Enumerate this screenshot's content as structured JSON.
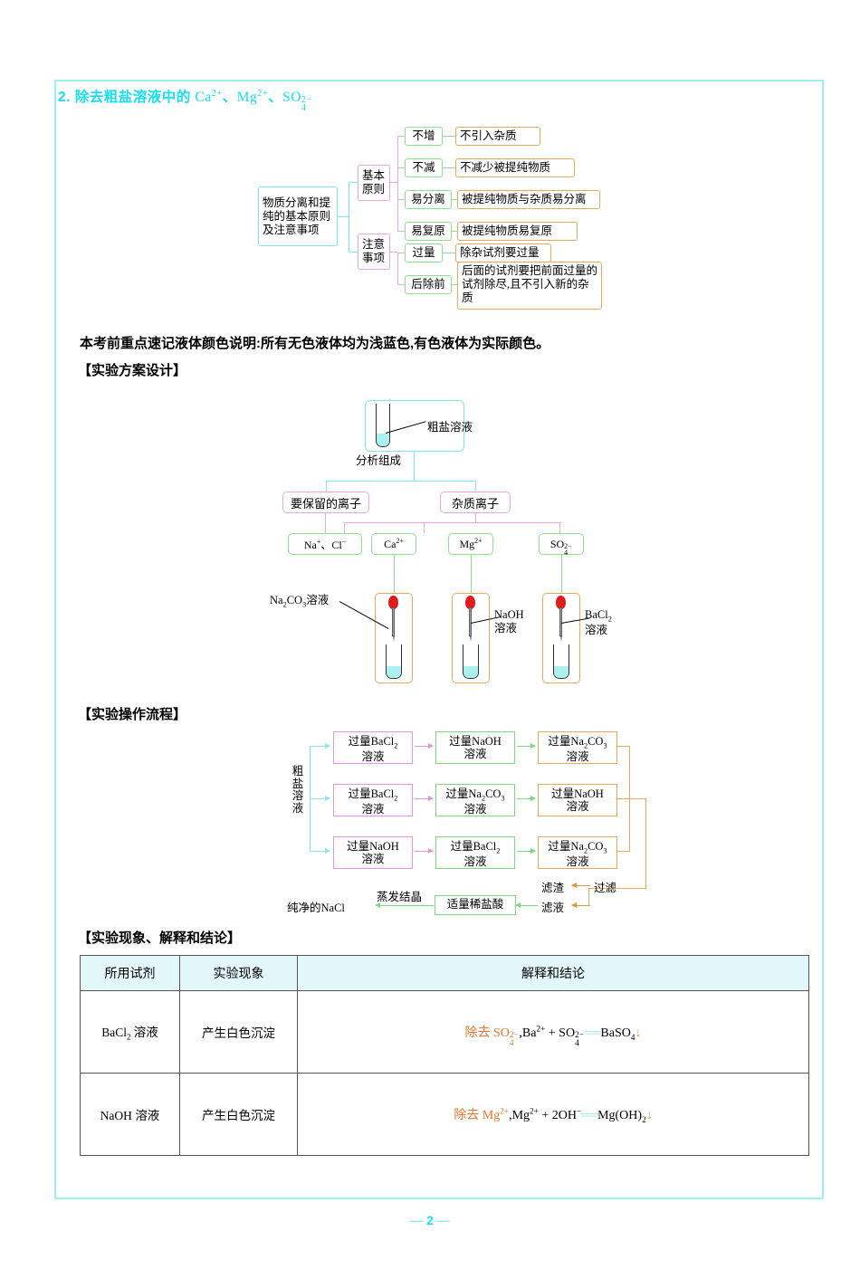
{
  "page": {
    "number": "2",
    "dash": "—",
    "frame_color": "#9ef0f5"
  },
  "heading": {
    "prefix": "2. 除去粗盐溶液中的 ",
    "ion1": "Ca",
    "ion1_sup": "2+",
    "sep1": "、",
    "ion2": "Mg",
    "ion2_sup": "2+",
    "sep2": "、",
    "ion3": "SO",
    "ion3_sup": "2−",
    "ion3_sub": "4",
    "color": "#18e0ee"
  },
  "mindmap": {
    "root": "物质分离和提纯的基本原则及注意事项",
    "branches": [
      {
        "label": "基本原则",
        "children": [
          {
            "key": "不增",
            "desc": "不引入杂质"
          },
          {
            "key": "不减",
            "desc": "不减少被提纯物质"
          },
          {
            "key": "易分离",
            "desc": "被提纯物质与杂质易分离"
          },
          {
            "key": "易复原",
            "desc": "被提纯物质易复原"
          }
        ]
      },
      {
        "label": "注意事项",
        "children": [
          {
            "key": "过量",
            "desc": "除杂试剂要过量"
          },
          {
            "key": "后除前",
            "desc": "后面的试剂要把前面过量的试剂除尽,且不引入新的杂质"
          }
        ]
      }
    ]
  },
  "note": "本考前重点速记液体颜色说明:所有无色液体均为浅蓝色,有色液体为实际颜色。",
  "headings": {
    "scheme": "【实验方案设计】",
    "flow": "【实验操作流程】",
    "results": "【实验现象、解释和结论】"
  },
  "scheme": {
    "top_tube_label": "粗盐溶液",
    "analyze_label": "分析组成",
    "keep_label": "要保留的离子",
    "impurity_label": "杂质离子",
    "ions": [
      {
        "text": "Na",
        "sup": "+",
        "sub": "",
        "tail": "、Cl",
        "tail_sup": "−"
      },
      {
        "text": "Ca",
        "sup": "2+",
        "sub": "",
        "tail": "",
        "tail_sup": ""
      },
      {
        "text": "Mg",
        "sup": "2+",
        "sub": "",
        "tail": "",
        "tail_sup": ""
      },
      {
        "text": "SO",
        "sup": "2−",
        "sub": "4",
        "tail": "",
        "tail_sup": ""
      }
    ],
    "reagents": [
      {
        "name": "Na",
        "sub": "2",
        "name2": "CO",
        "sub2": "3",
        "suffix": "溶液",
        "side": "left"
      },
      {
        "name": "NaOH",
        "sub": "",
        "name2": "",
        "sub2": "",
        "suffix": "溶液",
        "side": "right"
      },
      {
        "name": "BaCl",
        "sub": "2",
        "name2": "",
        "sub2": "",
        "suffix": "溶液",
        "side": "right"
      }
    ]
  },
  "flow": {
    "source_label": "粗盐溶液",
    "rows": [
      [
        {
          "l1_pre": "过量BaCl",
          "l1_sub": "2",
          "l1_post": "",
          "l2": "溶液",
          "color": "pk"
        },
        {
          "l1_pre": "过量NaOH",
          "l1_sub": "",
          "l1_post": "",
          "l2": "溶液",
          "color": "gr"
        },
        {
          "l1_pre": "过量Na",
          "l1_sub": "2",
          "l1_post": "CO",
          "l1_sub2": "3",
          "l2": "溶液",
          "color": "or"
        }
      ],
      [
        {
          "l1_pre": "过量BaCl",
          "l1_sub": "2",
          "l1_post": "",
          "l2": "溶液",
          "color": "pk"
        },
        {
          "l1_pre": "过量Na",
          "l1_sub": "2",
          "l1_post": "CO",
          "l1_sub2": "3",
          "l2": "溶液",
          "color": "gr"
        },
        {
          "l1_pre": "过量NaOH",
          "l1_sub": "",
          "l1_post": "",
          "l2": "溶液",
          "color": "or"
        }
      ],
      [
        {
          "l1_pre": "过量NaOH",
          "l1_sub": "",
          "l1_post": "",
          "l2": "溶液",
          "color": "pk"
        },
        {
          "l1_pre": "过量BaCl",
          "l1_sub": "2",
          "l1_post": "",
          "l2": "溶液",
          "color": "gr"
        },
        {
          "l1_pre": "过量Na",
          "l1_sub": "2",
          "l1_post": "CO",
          "l1_sub2": "3",
          "l2": "溶液",
          "color": "or"
        }
      ]
    ],
    "filter_label": "过滤",
    "residue_label": "滤渣",
    "filtrate_label": "滤液",
    "acid_label": "适量稀盐酸",
    "evaporate_label": "蒸发结晶",
    "product_label": "纯净的NaCl"
  },
  "table": {
    "headers": [
      "所用试剂",
      "实验现象",
      "解释和结论"
    ],
    "rows": [
      {
        "reagent_pre": "BaCl",
        "reagent_sub": "2",
        "reagent_post": " 溶液",
        "phenomenon": "产生白色沉淀",
        "eq_remove_pre": "除去 SO",
        "eq_remove_sup": "2−",
        "eq_remove_sub": "4",
        "eq_rest_1": ",Ba",
        "eq_rest_1_sup": "2+",
        "eq_rest_2": " + SO",
        "eq_rest_2_sup": "2−",
        "eq_rest_2_sub": "4",
        "eq_bar": "══",
        "eq_product": "BaSO",
        "eq_product_sub": "4",
        "eq_arrow": "↓"
      },
      {
        "reagent_pre": "NaOH",
        "reagent_sub": "",
        "reagent_post": " 溶液",
        "phenomenon": "产生白色沉淀",
        "eq_remove_pre": "除去 Mg",
        "eq_remove_sup": "2+",
        "eq_remove_sub": "",
        "eq_rest_1": ",Mg",
        "eq_rest_1_sup": "2+",
        "eq_rest_2": " + 2OH",
        "eq_rest_2_sup": "−",
        "eq_rest_2_sub": "",
        "eq_bar": "══",
        "eq_product": "Mg(OH)",
        "eq_product_sub": "2",
        "eq_arrow": "↓"
      }
    ]
  }
}
